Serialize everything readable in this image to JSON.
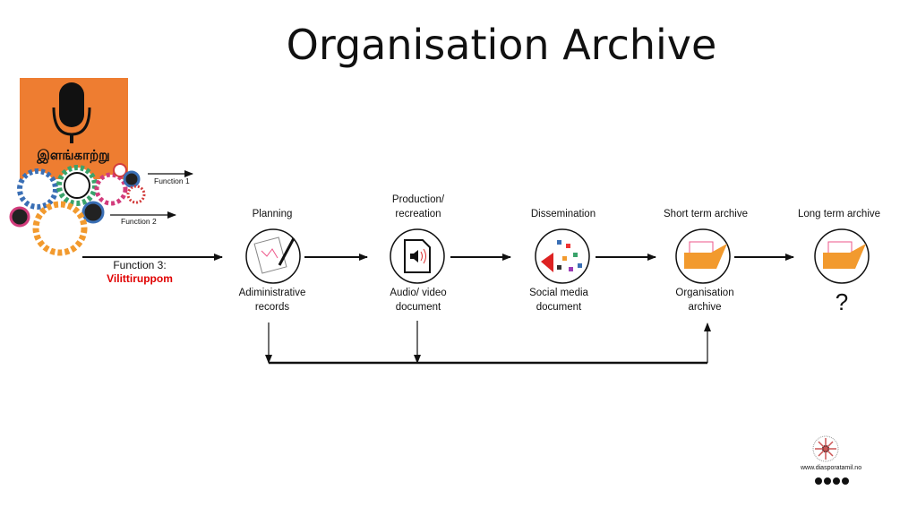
{
  "title": "Organisation Archive",
  "logo": {
    "text": "இளங்காற்று",
    "color": "#ee7d31"
  },
  "functions": {
    "f1": "Function 1",
    "f2": "Function 2",
    "f3": "Function 3:",
    "f3_name": "Vilittiruppom",
    "f3_name_color": "#e00000"
  },
  "stages": [
    {
      "top": [
        "Planning"
      ],
      "bottom": [
        "Adiministrative",
        "records"
      ],
      "icon": "document-pen-icon"
    },
    {
      "top": [
        "Production/",
        "recreation"
      ],
      "bottom": [
        "Audio/ video",
        "document"
      ],
      "icon": "audio-file-icon"
    },
    {
      "top": [
        "Dissemination"
      ],
      "bottom": [
        "Social media",
        "document"
      ],
      "icon": "megaphone-icon"
    },
    {
      "top": [
        "Short term archive"
      ],
      "bottom": [
        "Organisation",
        "archive"
      ],
      "icon": "folder-icon"
    },
    {
      "top": [
        "Long term archive"
      ],
      "bottom": [
        "?"
      ],
      "icon": "folder-icon"
    }
  ],
  "footer": {
    "website": "www.diasporatamil.no",
    "social_icons": [
      "facebook-icon",
      "instagram-icon",
      "youtube-icon",
      "email-icon"
    ]
  }
}
